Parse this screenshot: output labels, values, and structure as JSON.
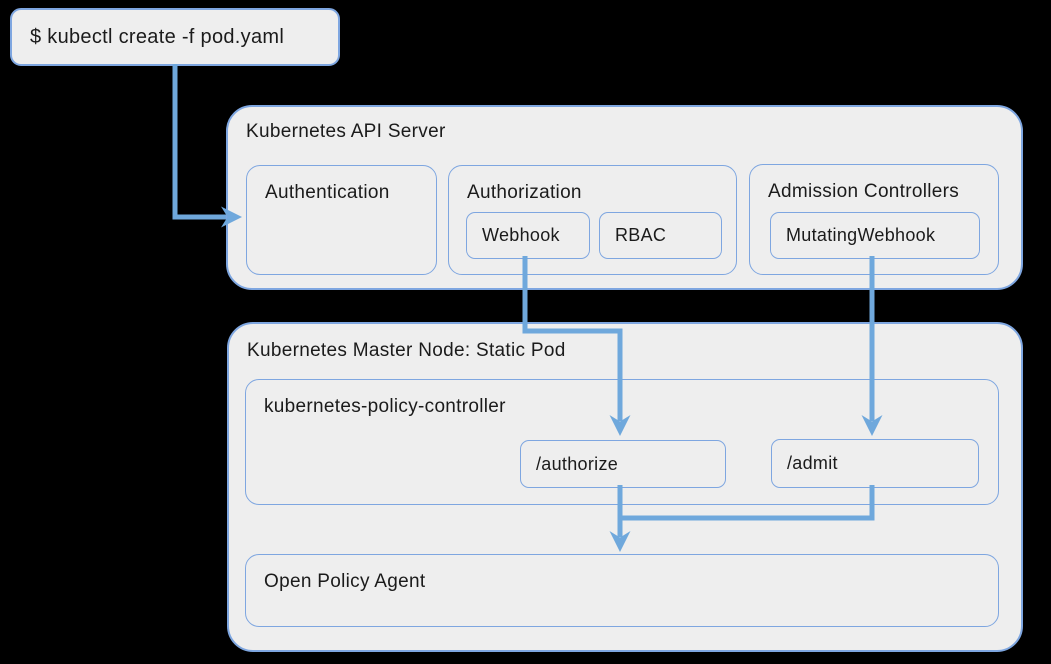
{
  "page": {
    "background_color": "#000000",
    "box_fill_color": "#eeeeee",
    "box_border_color": "#7ea6e0",
    "arrow_color": "#6fa8dc",
    "text_color": "#1b1b1b"
  },
  "diagram": {
    "kubectl": {
      "label": "$ kubectl create -f pod.yaml"
    },
    "api_server": {
      "title": "Kubernetes API Server",
      "authentication": {
        "title": "Authentication"
      },
      "authorization": {
        "title": "Authorization",
        "children": [
          {
            "label": "Webhook"
          },
          {
            "label": "RBAC"
          }
        ]
      },
      "admission_controllers": {
        "title": "Admission Controllers",
        "children": [
          {
            "label": "MutatingWebhook"
          }
        ]
      }
    },
    "master_node": {
      "title": "Kubernetes Master Node: Static Pod",
      "policy_controller": {
        "title": "kubernetes-policy-controller",
        "endpoints": [
          {
            "label": "/authorize"
          },
          {
            "label": "/admit"
          }
        ]
      },
      "opa": {
        "title": "Open Policy Agent"
      }
    }
  }
}
